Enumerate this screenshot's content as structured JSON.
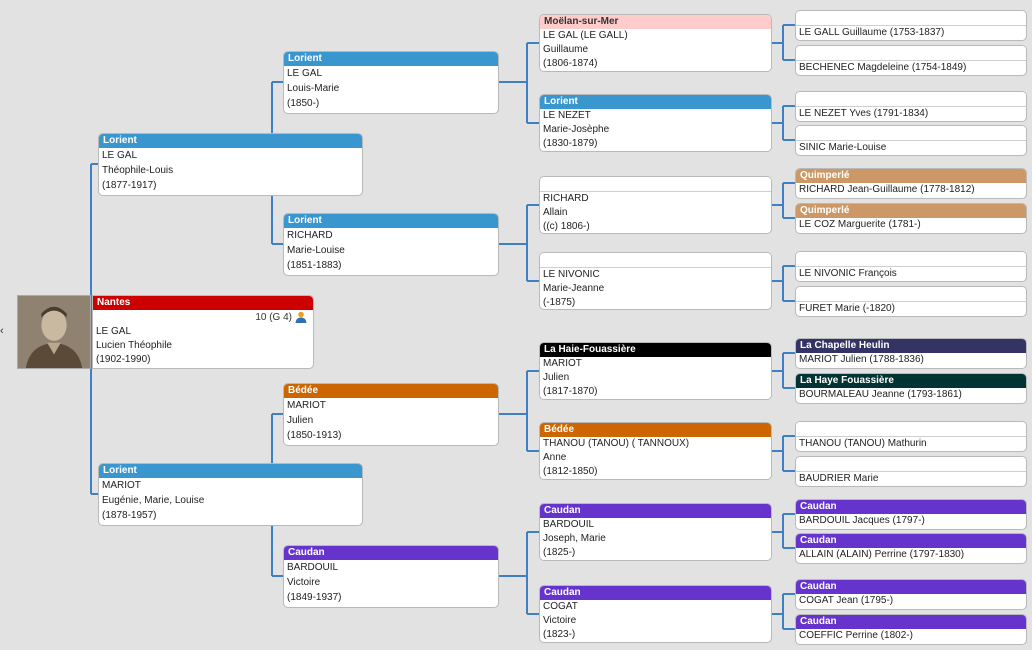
{
  "colors": {
    "line": "#3f7fc5",
    "lorient": "#3a96cf",
    "nantes": "#cc0000",
    "bedee": "#cc6600",
    "caudan": "#6633cc",
    "moelan": "#ffcccc",
    "quimperle": "#cc9966",
    "la_haie": "#000000",
    "la_chapelle": "#333366",
    "la_haye": "#003333"
  },
  "nav": {
    "back_symbol": "‹"
  },
  "root": {
    "place": "Nantes",
    "badge": "10 (G 4)",
    "icon": "person-icon",
    "lines": [
      "LE GAL",
      "Lucien Théophile",
      "(1902-1990)"
    ]
  },
  "gen1": [
    {
      "place": "Lorient",
      "lines": [
        "LE GAL",
        "Théophile-Louis",
        "(1877-1917)"
      ]
    },
    {
      "place": "Lorient",
      "lines": [
        "MARIOT",
        "Eugénie, Marie, Louise",
        "(1878-1957)"
      ]
    }
  ],
  "gen2": [
    {
      "place": "Lorient",
      "lines": [
        "LE GAL",
        "Louis-Marie",
        "(1850-)"
      ]
    },
    {
      "place": "Lorient",
      "lines": [
        "RICHARD",
        "Marie-Louise",
        "(1851-1883)"
      ]
    },
    {
      "place": "Bédée",
      "lines": [
        "MARIOT",
        "Julien",
        "(1850-1913)"
      ]
    },
    {
      "place": "Caudan",
      "lines": [
        "BARDOUIL",
        "Victoire",
        "(1849-1937)"
      ]
    }
  ],
  "gen3": [
    {
      "place": "Moëlan-sur-Mer",
      "lines": [
        "LE GAL (LE GALL)",
        "Guillaume",
        "(1806-1874)"
      ]
    },
    {
      "place": "Lorient",
      "lines": [
        "LE NEZET",
        "Marie-Josèphe",
        "(1830-1879)"
      ]
    },
    {
      "place": "",
      "lines": [
        "RICHARD",
        "Allain",
        "((c) 1806-)"
      ]
    },
    {
      "place": "",
      "lines": [
        "LE NIVONIC",
        "Marie-Jeanne",
        "(-1875)"
      ]
    },
    {
      "place": "La Haie-Fouassière",
      "lines": [
        "MARIOT",
        "Julien",
        "(1817-1870)"
      ]
    },
    {
      "place": "Bédée",
      "lines": [
        "THANOU (TANOU) ( TANNOUX)",
        "Anne",
        "(1812-1850)"
      ]
    },
    {
      "place": "Caudan",
      "lines": [
        "BARDOUIL",
        "Joseph, Marie",
        "(1825-)"
      ]
    },
    {
      "place": "Caudan",
      "lines": [
        "COGAT",
        "Victoire",
        "(1823-)"
      ]
    }
  ],
  "gen4": [
    {
      "place": "",
      "line": "LE GALL Guillaume (1753-1837)"
    },
    {
      "place": "",
      "line": "BECHENEC Magdeleine (1754-1849)"
    },
    {
      "place": "",
      "line": "LE NEZET Yves (1791-1834)"
    },
    {
      "place": "",
      "line": "SINIC Marie-Louise"
    },
    {
      "place": "Quimperlé",
      "line": "RICHARD Jean-Guillaume (1778-1812)"
    },
    {
      "place": "Quimperlé",
      "line": "LE COZ Marguerite (1781-)"
    },
    {
      "place": "",
      "line": "LE NIVONIC François"
    },
    {
      "place": "",
      "line": "FURET Marie (-1820)"
    },
    {
      "place": "La Chapelle Heulin",
      "line": "MARIOT Julien (1788-1836)"
    },
    {
      "place": "La Haye Fouassière",
      "line": "BOURMALEAU Jeanne (1793-1861)"
    },
    {
      "place": "",
      "line": "THANOU (TANOU) Mathurin"
    },
    {
      "place": "",
      "line": "BAUDRIER Marie"
    },
    {
      "place": "Caudan",
      "line": "BARDOUIL Jacques (1797-)"
    },
    {
      "place": "Caudan",
      "line": "ALLAIN (ALAIN) Perrine (1797-1830)"
    },
    {
      "place": "Caudan",
      "line": "COGAT Jean (1795-)"
    },
    {
      "place": "Caudan",
      "line": "COEFFIC Perrine (1802-)"
    }
  ]
}
